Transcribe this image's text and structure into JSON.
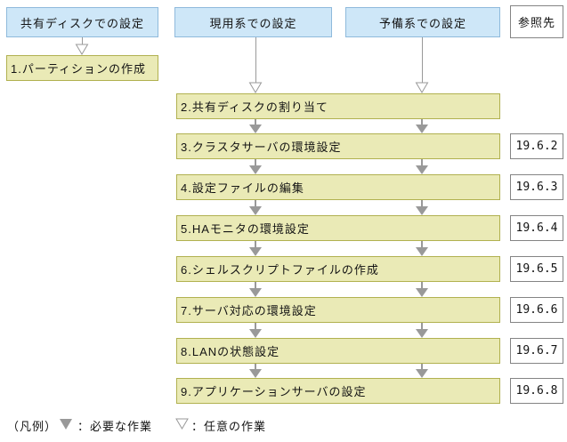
{
  "diagram": {
    "headers": {
      "shared_disk": "共有ディスクでの設定",
      "active": "現用系での設定",
      "standby": "予備系での設定",
      "reference": "参照先"
    },
    "shared_disk_step": "1.パーティションの作成",
    "steps": [
      "2.共有ディスクの割り当て",
      "3.クラスタサーバの環境設定",
      "4.設定ファイルの編集",
      "5.HAモニタの環境設定",
      "6.シェルスクリプトファイルの作成",
      "7.サーバ対応の環境設定",
      "8.LANの状態設定",
      "9.アプリケーションサーバの設定"
    ],
    "references": [
      "19.6.2",
      "19.6.3",
      "19.6.4",
      "19.6.5",
      "19.6.6",
      "19.6.7",
      "19.6.8"
    ],
    "legend": {
      "title": "（凡例）",
      "required_symbol": "filled-down-triangle",
      "required_label": "：必要な作業",
      "optional_symbol": "hollow-down-triangle",
      "optional_label": "：任意の作業"
    },
    "colors": {
      "header_fill": "#cee7f8",
      "header_border": "#8fbadc",
      "step_fill": "#eaeab6",
      "step_border": "#b1b150",
      "arrow": "#999999",
      "ref_border": "#848484",
      "text": "#141414"
    }
  }
}
